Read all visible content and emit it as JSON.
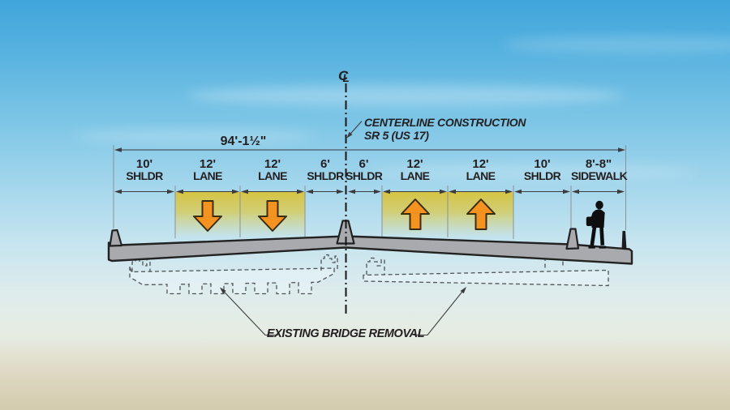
{
  "overall_dimension_label": "94'-1½\"",
  "centerline_symbol": {
    "c": "C",
    "l": "L"
  },
  "centerline_note": {
    "line1": "CENTERLINE CONSTRUCTION",
    "line2": "SR 5 (US 17)"
  },
  "removal_note": "EXISTING BRIDGE REMOVAL",
  "segments": [
    {
      "width": "10'",
      "type": "SHLDR"
    },
    {
      "width": "12'",
      "type": "LANE"
    },
    {
      "width": "12'",
      "type": "LANE"
    },
    {
      "width": "6'",
      "type": "SHLDR"
    },
    {
      "width": "6'",
      "type": "SHLDR"
    },
    {
      "width": "12'",
      "type": "LANE"
    },
    {
      "width": "12'",
      "type": "LANE"
    },
    {
      "width": "10'",
      "type": "SHLDR"
    },
    {
      "width": "8'-8\"",
      "type": "SIDEWALK"
    }
  ],
  "traffic_flow": {
    "left_lanes_direction": "down",
    "right_lanes_direction": "up"
  },
  "colors": {
    "sky_top": "#3fa5da",
    "sky_bottom": "#d4ccae",
    "lane_highlight_yellow": "#d8c33a",
    "traffic_arrow_orange": "#f6921e",
    "deck_gray": "#a8aaad",
    "outline_dark": "#231f20",
    "dashed_removal_outline": "#4f5357"
  },
  "icons": {
    "centerline_symbol": "CL-centerline-mark",
    "lane_direction_arrow": "orange-block-arrow",
    "pedestrian": "person-silhouette"
  }
}
